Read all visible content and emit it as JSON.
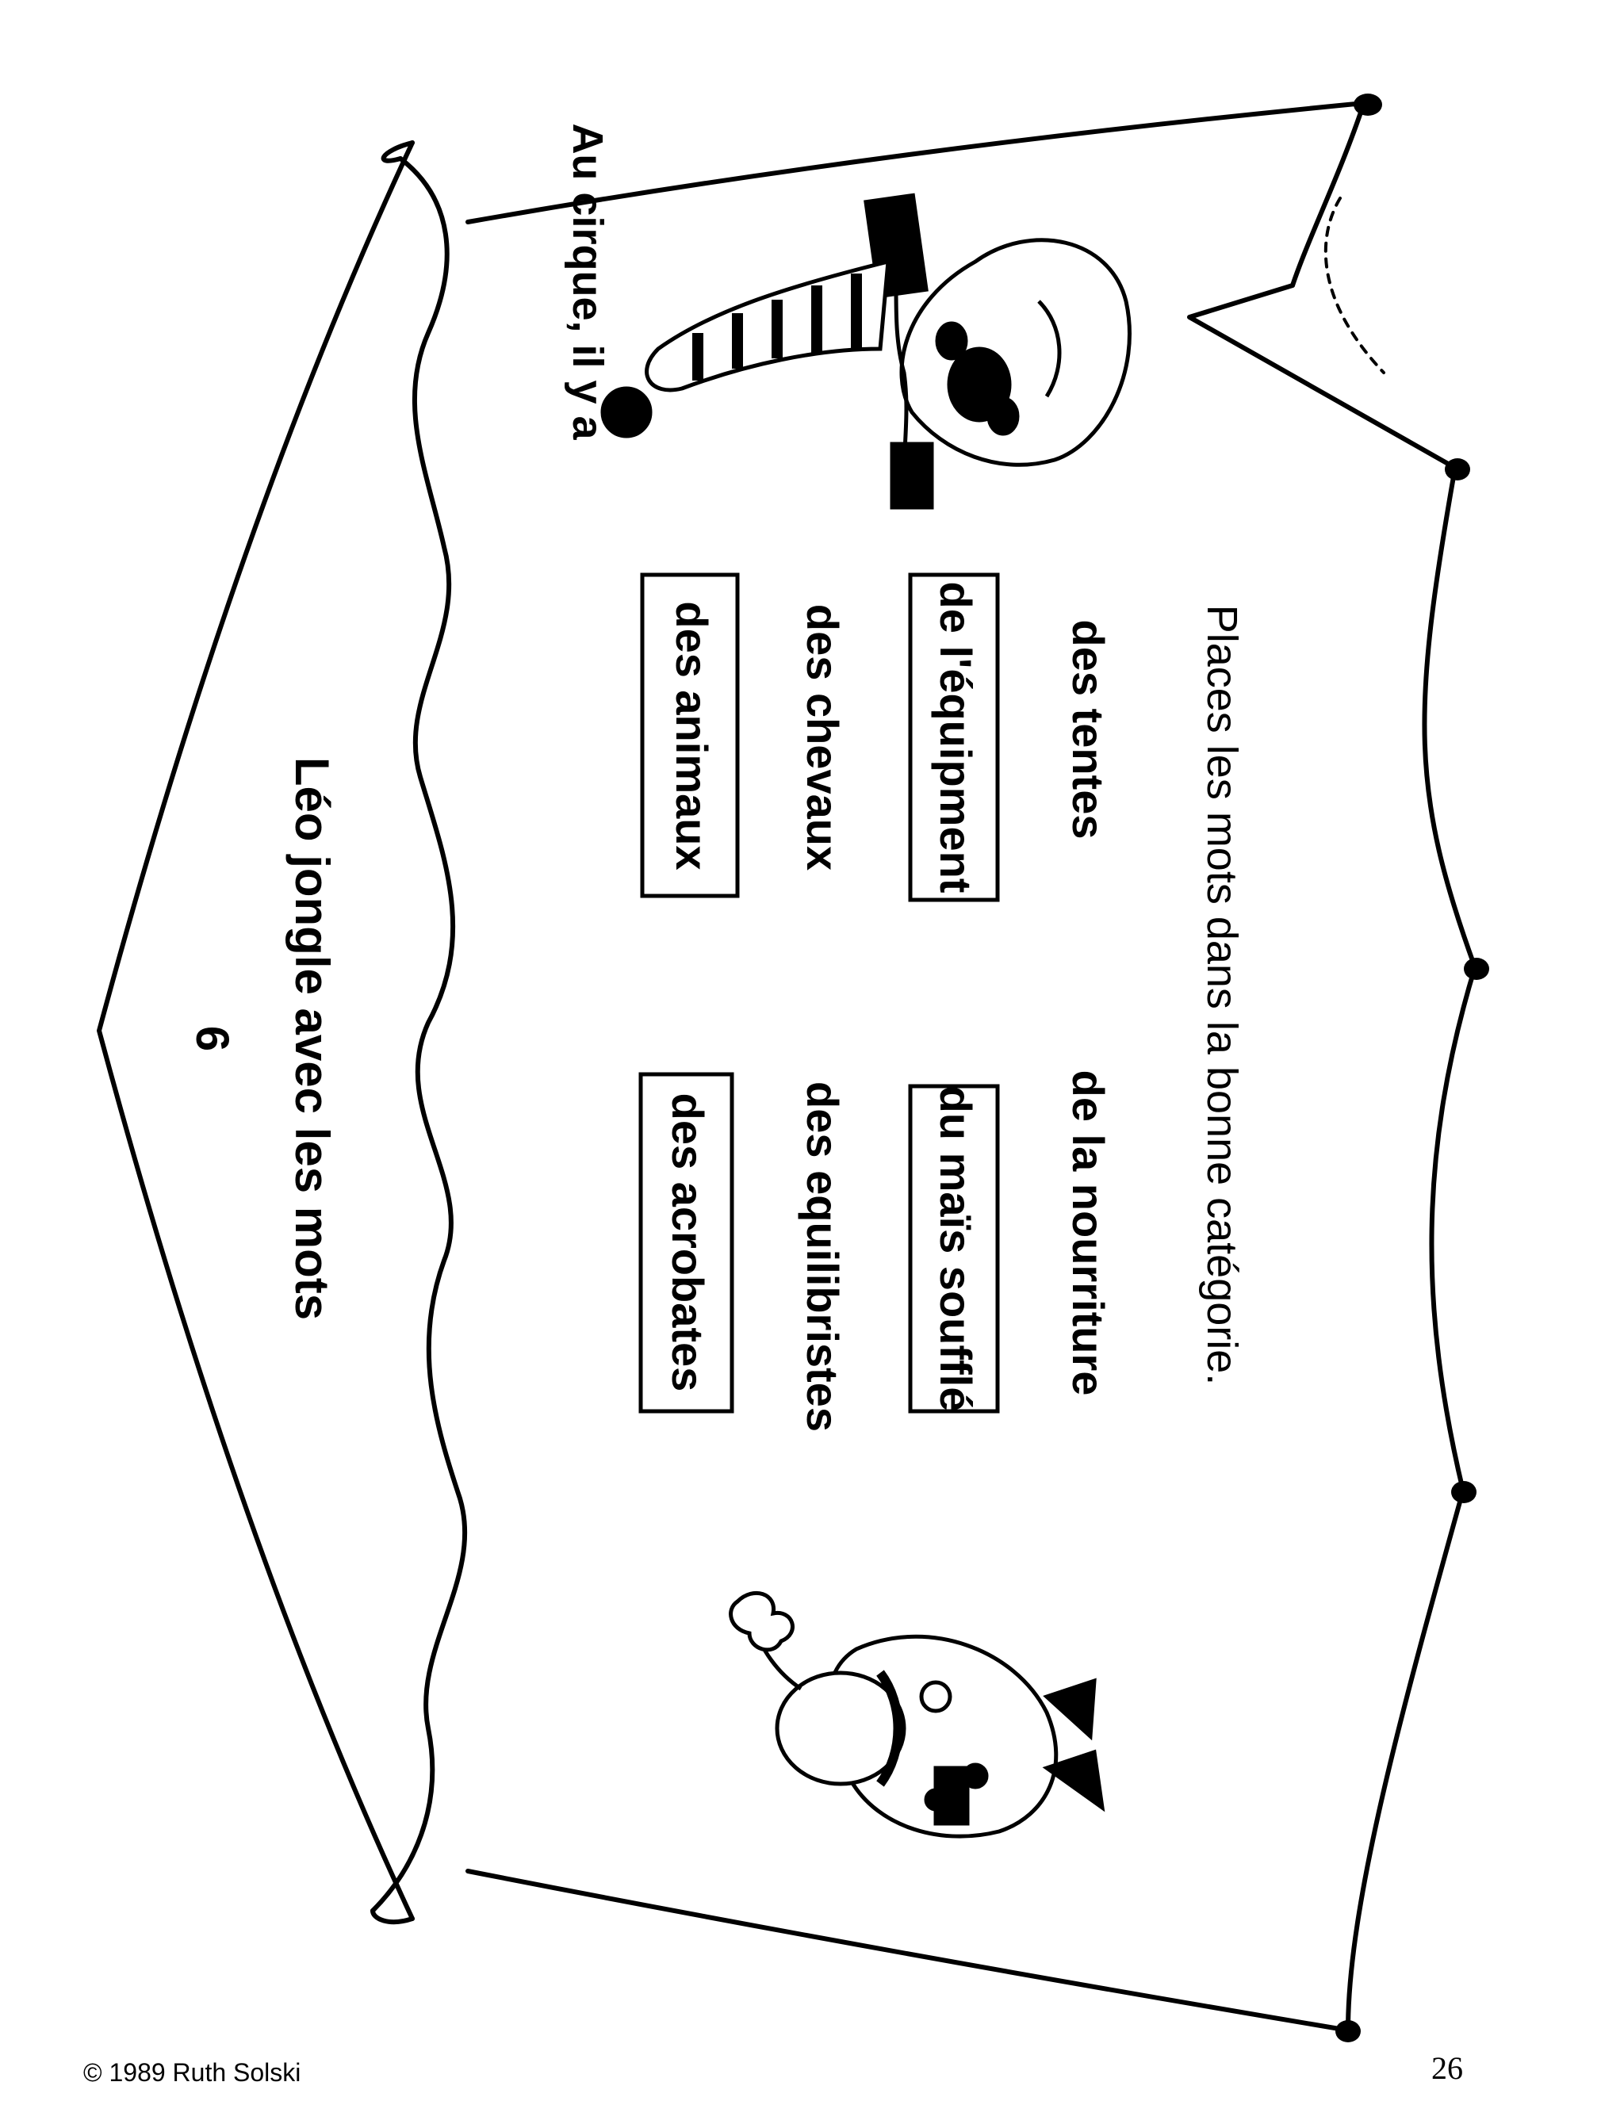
{
  "page": {
    "number_label": "6",
    "title": "Léo jongle avec les mots",
    "intro": "Au cirque, il y a",
    "words_col1": [
      "des acrobates",
      "des equilibristes",
      "du maïs soufflé",
      "de la nourriture"
    ],
    "words_col2": [
      "des animaux",
      "des chevaux",
      "de l'équipment",
      "des tentes"
    ],
    "instruction": "Places les mots dans la bonne catégorie.",
    "boxed_categories": [
      "des acrobates",
      "du maïs soufflé",
      "des animaux",
      "de l'équipment"
    ]
  },
  "illustrations": [
    "circus-tent",
    "clown-with-striped-hat",
    "clown-with-bowler-hat"
  ],
  "footer": {
    "copyright": "© 1989 Ruth Solski",
    "page_number": "26"
  }
}
